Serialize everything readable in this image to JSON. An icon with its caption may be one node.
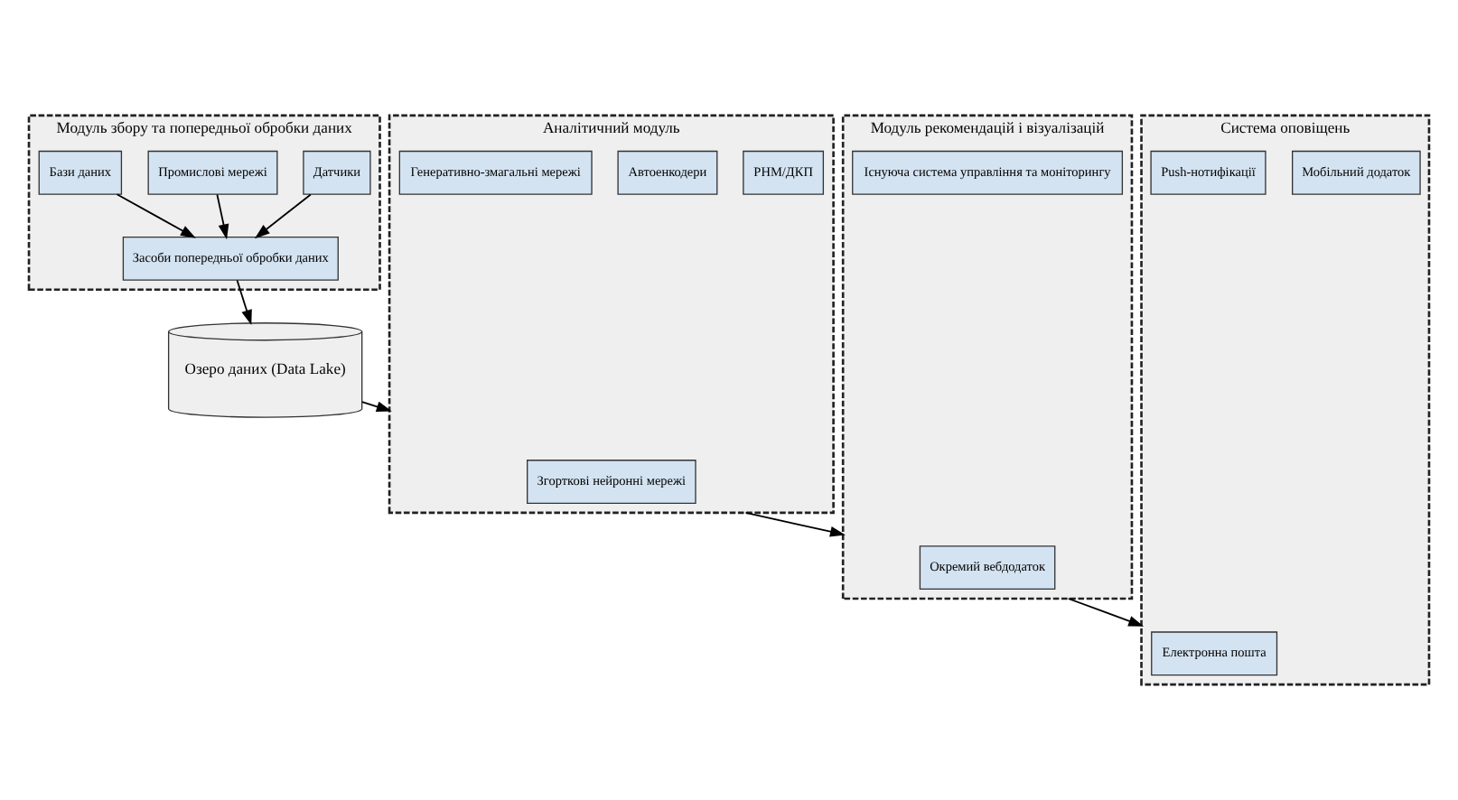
{
  "diagram": {
    "nodes": [
      {
        "text": [
          "Модуль збору та попередньої обробки даних"
        ]
      },
      {
        "text": [
          "Датчики"
        ],
        "in": 0
      },
      {
        "text": [
          "Промислові мережі"
        ],
        "in": 0
      },
      {
        "text": [
          "Бази даних"
        ],
        "in": 0
      },
      {
        "text": [
          "Засоби попередньої обробки даних"
        ],
        "in": 0
      },
      {
        "text": [
          "Озеро даних (Data Lake)"
        ]
      },
      {
        "text": [
          "Аналітичний модуль"
        ]
      },
      {
        "text": [
          "Згорткові нейронні мережі"
        ],
        "in": 6
      },
      {
        "text": [
          "РНМ/ДКП"
        ],
        "in": 6
      },
      {
        "text": [
          "Автоенкодери"
        ],
        "in": 6
      },
      {
        "text": [
          "Генеративно-змагальні мережі"
        ],
        "in": 6
      },
      {
        "text": [
          "Система оповіщень"
        ]
      },
      {
        "text": [
          "Електронна пошта"
        ],
        "in": 11
      },
      {
        "text": [
          "Мобільний додаток"
        ],
        "in": 11
      },
      {
        "text": [
          "Push-нотифікації"
        ],
        "in": 11
      },
      {
        "text": [
          "Модуль рекомендацій і візуалізацій"
        ]
      },
      {
        "text": [
          "Окремий вебдодаток"
        ],
        "in": 15
      },
      {
        "text": [
          "Існуюча система управління та моніторингу"
        ],
        "in": 15
      }
    ],
    "edges": [
      {
        "from": 1,
        "to": 4,
        "arrow": "to"
      },
      {
        "from": 2,
        "to": 4,
        "arrow": "to"
      },
      {
        "from": 3,
        "to": 4,
        "arrow": "to"
      },
      {
        "from": 4,
        "to": 5,
        "arrow": "to"
      },
      {
        "from": 5,
        "to": 6,
        "arrow": "to"
      },
      {
        "from": 6,
        "to": 15,
        "arrow": "to"
      },
      {
        "from": 15,
        "to": 11,
        "arrow": "to"
      }
    ]
  }
}
